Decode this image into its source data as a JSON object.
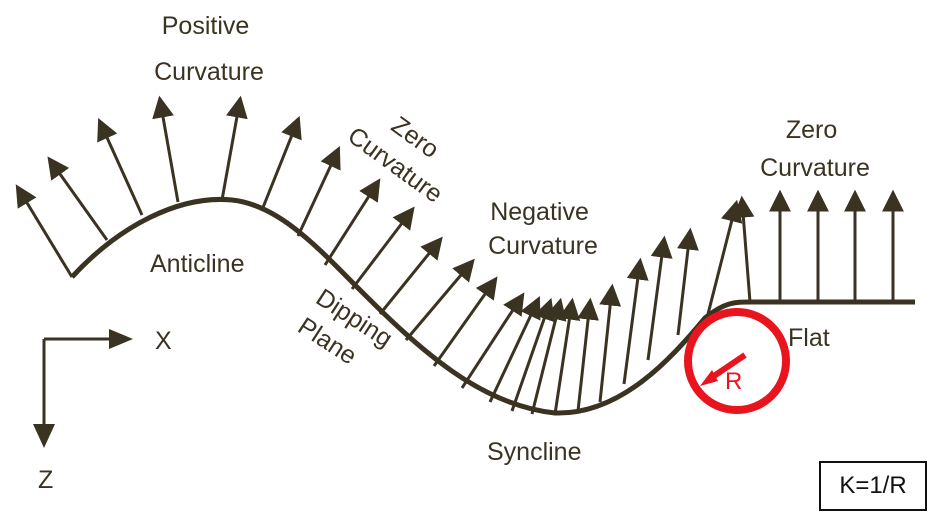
{
  "labels": {
    "positive_curvature": [
      "Positive",
      "Curvature"
    ],
    "zero_curvature_slope": [
      "Zero",
      "Curvature"
    ],
    "zero_curvature_flat": [
      "Zero",
      "Curvature"
    ],
    "negative_curvature": [
      "Negative",
      "Curvature"
    ],
    "anticline": "Anticline",
    "dipping_plane": [
      "Dipping",
      "Plane"
    ],
    "syncline": "Syncline",
    "flat": "Flat",
    "axis_x": "X",
    "axis_z": "Z",
    "radius": "R",
    "formula": "K=1/R"
  },
  "colors": {
    "ink": "#3b3322",
    "highlight": "#e8141e",
    "box_border": "#111111"
  }
}
